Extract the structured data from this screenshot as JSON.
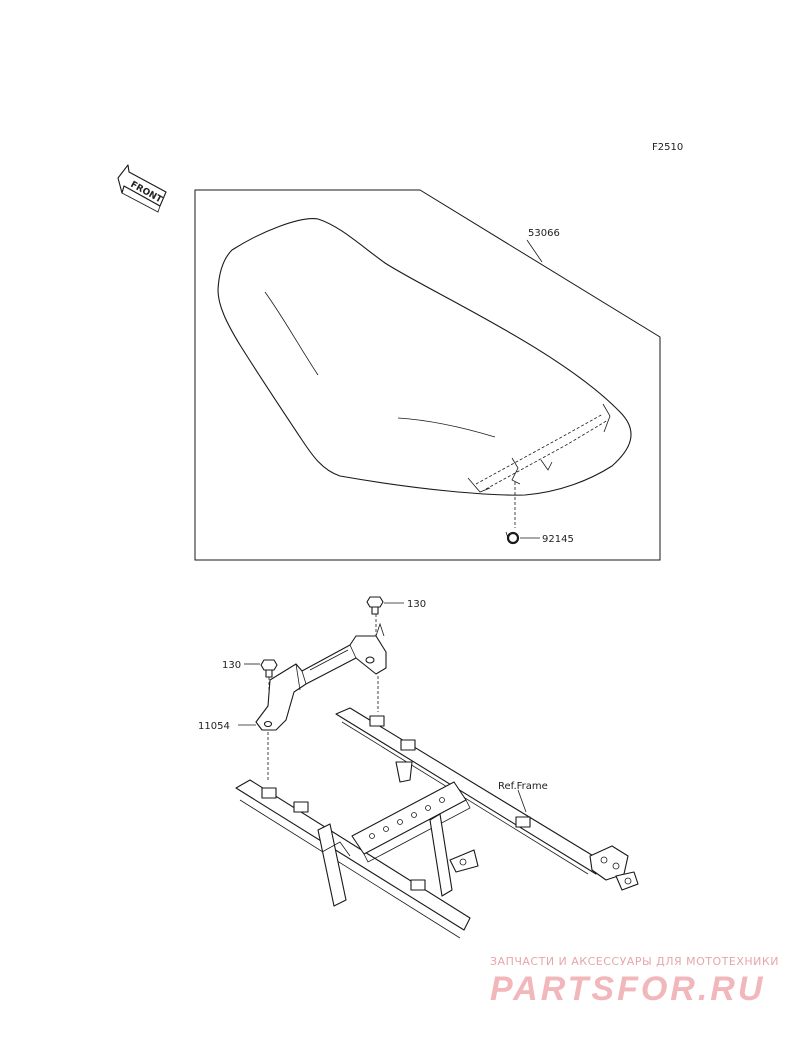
{
  "diagram_code": "F2510",
  "front_arrow_text": "FRONT",
  "parts": {
    "seat": "53066",
    "seat_hook": "92145",
    "bolt_right": "130",
    "bolt_left": "130",
    "bracket": "11054",
    "frame_ref": "Ref.Frame"
  },
  "watermark": {
    "tagline": "ЗАПЧАСТИ И АКСЕССУАРЫ ДЛЯ МОТОТЕХНИКИ",
    "brand": "PARTSFOR.RU"
  }
}
